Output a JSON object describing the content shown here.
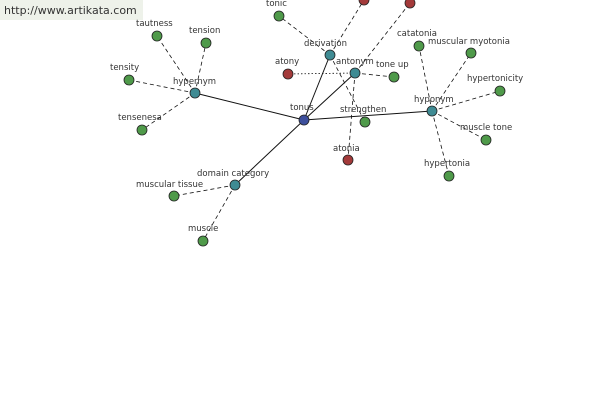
{
  "watermark": {
    "text": "http://www.artikata.com"
  },
  "colors": {
    "center": "#3d4f9c",
    "relation": "#3f8b93",
    "term": "#4f9a4a",
    "antonym_term": "#a33a3a",
    "edge": "#111111",
    "label": "#333333"
  },
  "graph": {
    "nodes": [
      {
        "id": "tonus",
        "label": "tonus",
        "kind": "center"
      },
      {
        "id": "hypernym",
        "label": "hypernym",
        "kind": "relation"
      },
      {
        "id": "derivation",
        "label": "derivation",
        "kind": "relation"
      },
      {
        "id": "antonym",
        "label": "antonym",
        "kind": "relation"
      },
      {
        "id": "hyponym",
        "label": "hyponym",
        "kind": "relation"
      },
      {
        "id": "domain",
        "label": "domain category",
        "kind": "relation"
      },
      {
        "id": "tautness",
        "label": "tautness",
        "kind": "term"
      },
      {
        "id": "tension",
        "label": "tension",
        "kind": "term"
      },
      {
        "id": "tensity",
        "label": "tensity",
        "kind": "term"
      },
      {
        "id": "tenseness",
        "label": "tensenesa",
        "kind": "term"
      },
      {
        "id": "tonic",
        "label": "tonic",
        "kind": "term"
      },
      {
        "id": "top1",
        "label": "",
        "kind": "antonym_term"
      },
      {
        "id": "top2",
        "label": "",
        "kind": "antonym_term"
      },
      {
        "id": "atony",
        "label": "atony",
        "kind": "antonym_term"
      },
      {
        "id": "atonia",
        "label": "atonia",
        "kind": "antonym_term"
      },
      {
        "id": "toneup",
        "label": "tone up",
        "kind": "term"
      },
      {
        "id": "strengthen",
        "label": "strengthen",
        "kind": "term"
      },
      {
        "id": "catatonia",
        "label": "catatonia",
        "kind": "term"
      },
      {
        "id": "myotonia",
        "label": "muscular myotonia",
        "kind": "term"
      },
      {
        "id": "hypertonicity",
        "label": "hypertonicity",
        "kind": "term"
      },
      {
        "id": "muscletone",
        "label": "muscle tone",
        "kind": "term"
      },
      {
        "id": "hypertonia",
        "label": "hypertonia",
        "kind": "term"
      },
      {
        "id": "muscular_tissue",
        "label": "muscular tissue",
        "kind": "term"
      },
      {
        "id": "muscle",
        "label": "muscle",
        "kind": "term"
      }
    ],
    "edges": [
      {
        "from": "tonus",
        "to": "hypernym",
        "style": "solid"
      },
      {
        "from": "tonus",
        "to": "derivation",
        "style": "solid"
      },
      {
        "from": "tonus",
        "to": "antonym",
        "style": "solid"
      },
      {
        "from": "tonus",
        "to": "hyponym",
        "style": "solid"
      },
      {
        "from": "tonus",
        "to": "domain",
        "style": "solid"
      },
      {
        "from": "hypernym",
        "to": "tautness",
        "style": "dashed"
      },
      {
        "from": "hypernym",
        "to": "tension",
        "style": "dashed"
      },
      {
        "from": "hypernym",
        "to": "tensity",
        "style": "dashed"
      },
      {
        "from": "hypernym",
        "to": "tenseness",
        "style": "dashed"
      },
      {
        "from": "derivation",
        "to": "tonic",
        "style": "dashed"
      },
      {
        "from": "derivation",
        "to": "strengthen",
        "style": "dashed"
      },
      {
        "from": "derivation",
        "to": "top1",
        "style": "dashed"
      },
      {
        "from": "antonym",
        "to": "atony",
        "style": "dotted"
      },
      {
        "from": "antonym",
        "to": "atonia",
        "style": "dashed"
      },
      {
        "from": "antonym",
        "to": "toneup",
        "style": "dashed"
      },
      {
        "from": "antonym",
        "to": "top2",
        "style": "dashed"
      },
      {
        "from": "hyponym",
        "to": "catatonia",
        "style": "dashed"
      },
      {
        "from": "hyponym",
        "to": "myotonia",
        "style": "dashed"
      },
      {
        "from": "hyponym",
        "to": "hypertonicity",
        "style": "dashed"
      },
      {
        "from": "hyponym",
        "to": "muscletone",
        "style": "dashed"
      },
      {
        "from": "hyponym",
        "to": "hypertonia",
        "style": "dashed"
      },
      {
        "from": "domain",
        "to": "muscular_tissue",
        "style": "dashed"
      },
      {
        "from": "domain",
        "to": "muscle",
        "style": "dashed"
      }
    ]
  }
}
